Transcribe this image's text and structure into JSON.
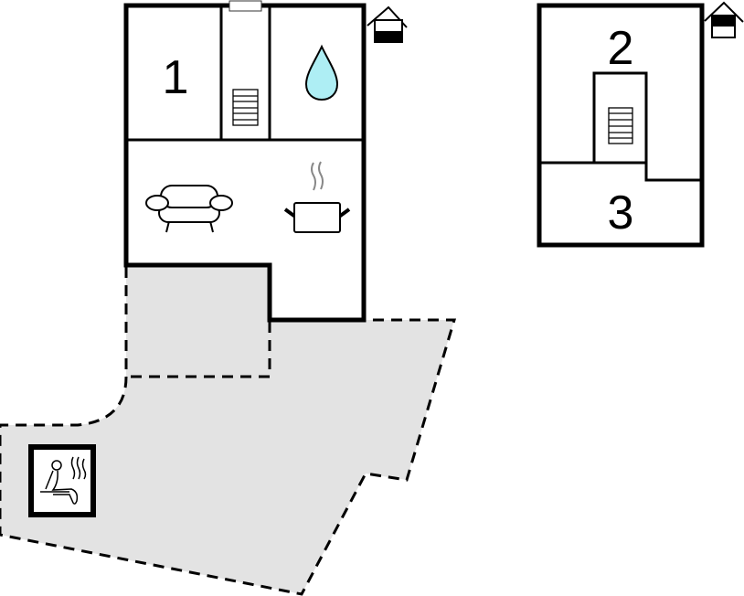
{
  "plan": {
    "room_labels": [
      "1",
      "2",
      "3"
    ],
    "colors": {
      "wall": "#000000",
      "terrace": "#e3e3e3",
      "water": "#aeeef4",
      "steam": "#888888"
    },
    "icons": [
      "house-floor-lower-icon",
      "house-floor-upper-icon",
      "stairs-icon",
      "water-drop-icon",
      "sofa-icon",
      "cooking-pot-icon",
      "sauna-icon",
      "window-icon"
    ]
  }
}
